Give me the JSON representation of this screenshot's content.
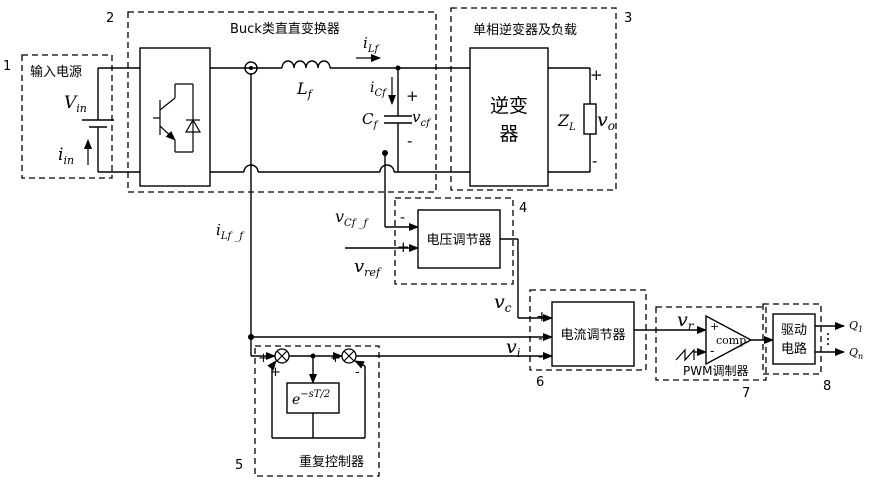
{
  "groups": {
    "g1": {
      "number": "1",
      "title": "输入电源"
    },
    "g2": {
      "number": "2",
      "title": "Buck类直直变换器"
    },
    "g3": {
      "number": "3",
      "title": "单相逆变器及负载"
    },
    "g4": {
      "number": "4",
      "title": "电压调节器"
    },
    "g5": {
      "number": "5",
      "title": "重复控制器"
    },
    "g6": {
      "number": "6",
      "title": "电流调节器"
    },
    "g7": {
      "number": "7",
      "title": "PWM调制器"
    },
    "g8": {
      "number": "8",
      "title": "驱动电路"
    }
  },
  "inverter": {
    "line1": "逆变",
    "line2": "器"
  },
  "driver": {
    "line1": "驱动",
    "line2": "电路"
  },
  "comparator": "comp",
  "delay": {
    "base": "e",
    "exponent": "−sT/2"
  },
  "symbols": {
    "vin": {
      "main": "V",
      "sub": "in"
    },
    "iin": {
      "main": "i",
      "sub": "in"
    },
    "lf": {
      "main": "L",
      "sub": "f"
    },
    "ilf": {
      "main": "i",
      "sub": "Lf"
    },
    "icf": {
      "main": "i",
      "sub": "Cf"
    },
    "cf": {
      "main": "C",
      "sub": "f"
    },
    "vcf": {
      "main": "v",
      "sub": "cf"
    },
    "zl": {
      "main": "Z",
      "sub": "L"
    },
    "vo": {
      "main": "v",
      "sub": "o"
    },
    "vcf_f": {
      "main": "v",
      "sub": "Cf _f"
    },
    "vref": {
      "main": "v",
      "sub": "ref"
    },
    "ilf_f": {
      "main": "i",
      "sub": "Lf _f"
    },
    "vc": {
      "main": "v",
      "sub": "c"
    },
    "vi": {
      "main": "v",
      "sub": "i"
    },
    "vr": {
      "main": "v",
      "sub": "r"
    },
    "q1": {
      "main": "Q",
      "sub": "1"
    },
    "qn": {
      "main": "Q",
      "sub": "n"
    }
  },
  "signs": {
    "plus": "+",
    "minus": "-"
  }
}
